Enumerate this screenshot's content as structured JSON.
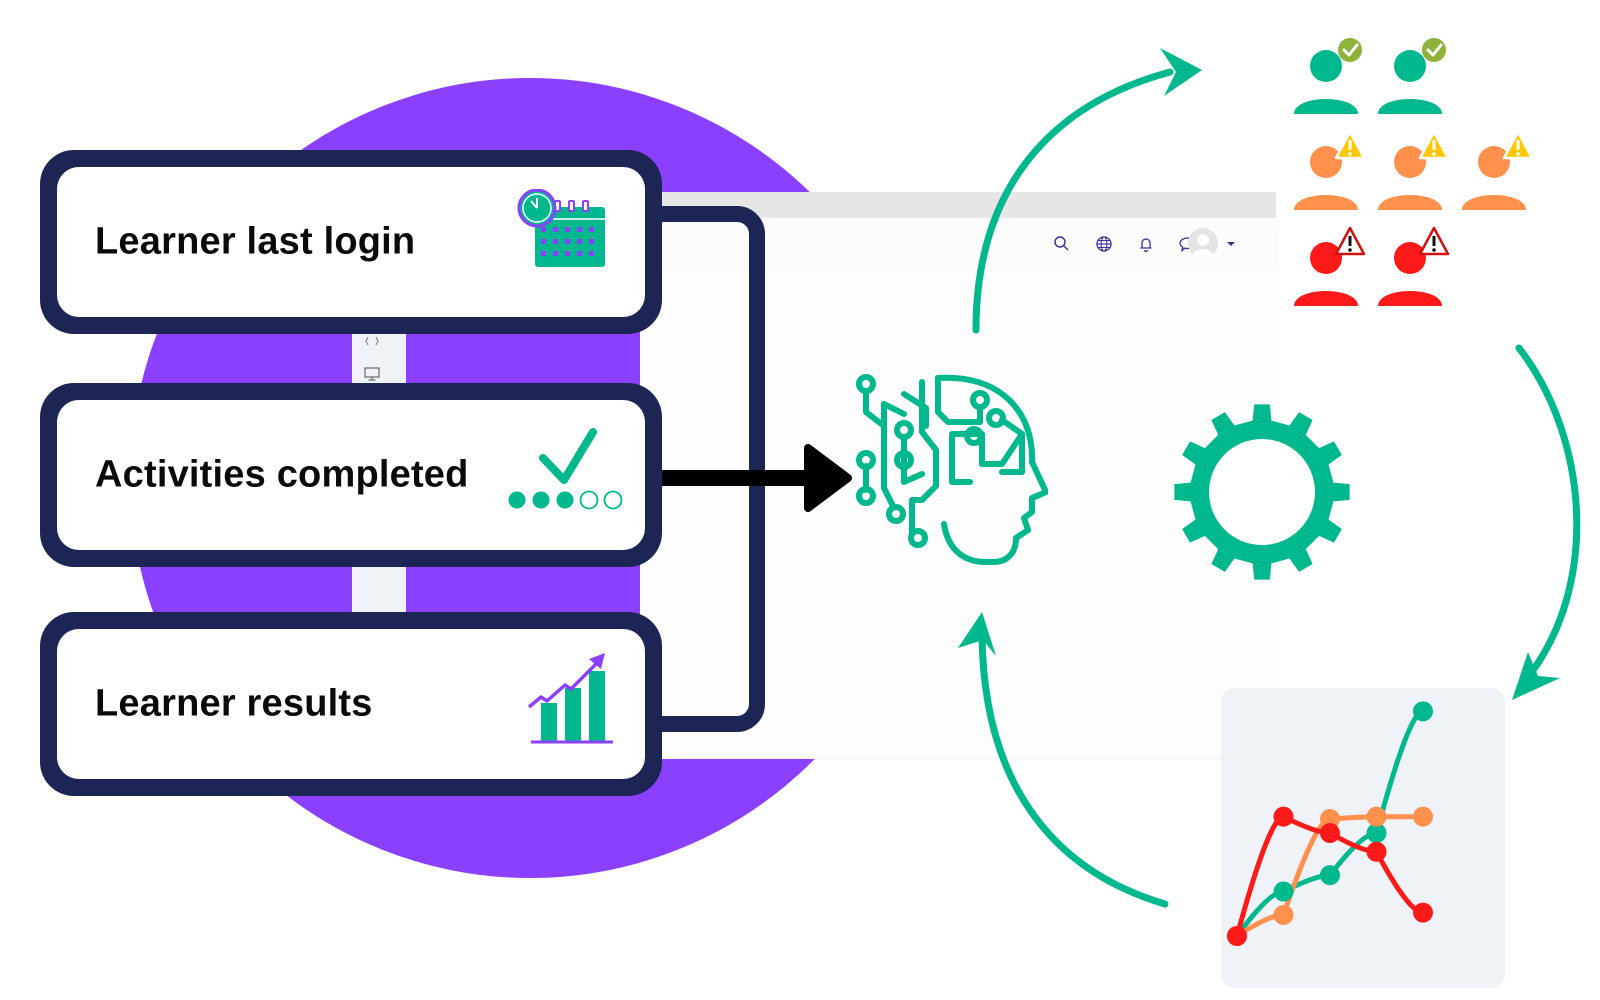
{
  "diagram": {
    "title": "Learner data to AI-driven learner risk insights",
    "colors": {
      "accent_green": "#00b88d",
      "purple": "#8c40ff",
      "navy": "#1d2554",
      "status_ok": "#00b88d",
      "status_warning": "#ff914d",
      "status_risk": "#ff1a1a",
      "check_badge": "#8db33b",
      "warning_badge": "#ffc800"
    },
    "inputs": [
      {
        "label": "Learner last login",
        "icon": "calendar-clock-icon"
      },
      {
        "label": "Activities completed",
        "icon": "checkmark-progress-icon",
        "progress": {
          "completed": 3,
          "total": 5
        }
      },
      {
        "label": "Learner results",
        "icon": "rising-bar-chart-icon"
      }
    ],
    "processor": {
      "icon": "ai-head-circuit-icon"
    },
    "engine": {
      "icon": "gear-icon"
    },
    "cycle_arrows": [
      "arrow-to-learners",
      "arrow-to-analytics",
      "arrow-to-ai"
    ],
    "learner_groups": [
      {
        "status": "on-track",
        "count": 2,
        "badge": "check-badge-icon"
      },
      {
        "status": "warning",
        "count": 3,
        "badge": "warning-triangle-icon"
      },
      {
        "status": "at-risk",
        "count": 2,
        "badge": "alert-triangle-icon"
      }
    ],
    "mockup": {
      "navbar_icons": [
        "search-icon",
        "globe-icon",
        "bell-icon",
        "chat-bubble-icon",
        "user-avatar",
        "caret-down-icon"
      ],
      "sidebar_icons": [
        "code-icon",
        "monitor-icon"
      ]
    }
  },
  "chart_data": {
    "type": "line",
    "title": "",
    "xlabel": "",
    "ylabel": "",
    "x": [
      1,
      2,
      3,
      4,
      5
    ],
    "xlim": [
      1,
      5
    ],
    "ylim": [
      0,
      10
    ],
    "grid": false,
    "legend": "none",
    "series": [
      {
        "name": "on-track",
        "color": "#00b88d",
        "values": [
          0,
          1.9,
          2.6,
          4.4,
          9.6
        ]
      },
      {
        "name": "warning",
        "color": "#ff914d",
        "values": [
          0,
          0.9,
          5.0,
          5.1,
          5.1
        ]
      },
      {
        "name": "at-risk",
        "color": "#ff1a1a",
        "values": [
          0,
          5.1,
          4.4,
          3.6,
          1.0
        ]
      }
    ]
  }
}
